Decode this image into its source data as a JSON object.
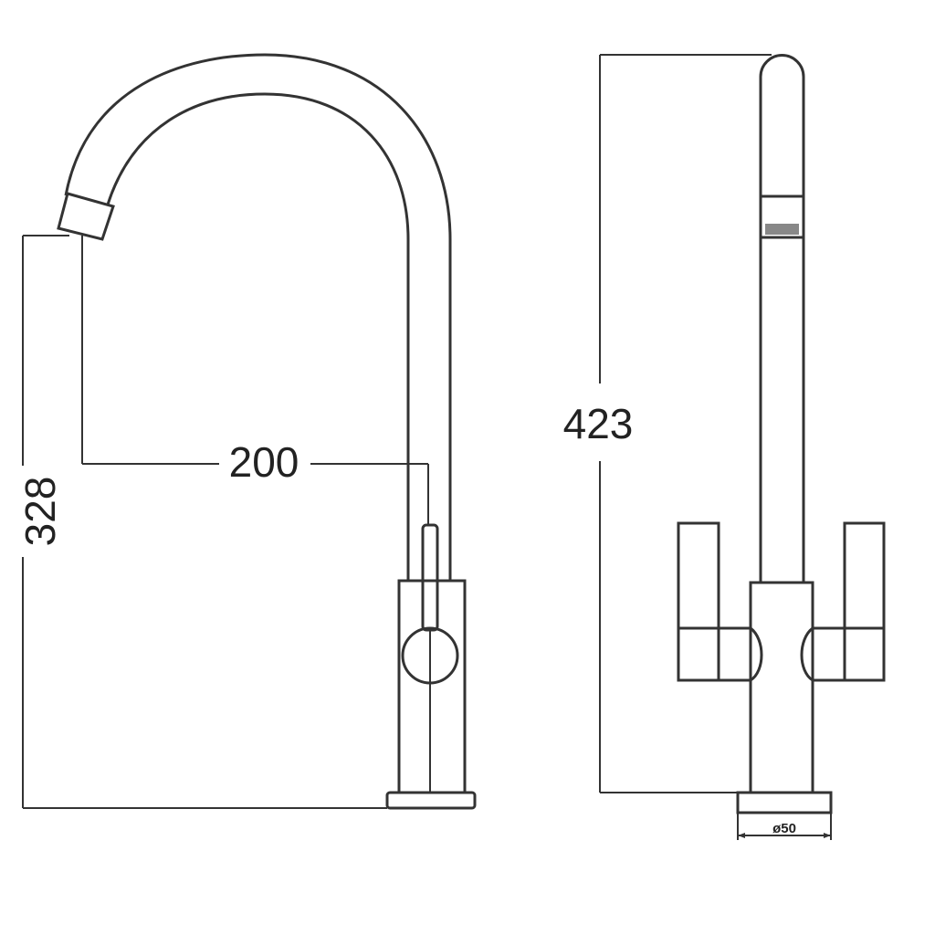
{
  "drawing": {
    "side_view": {
      "reach_label": "200",
      "spout_height_label": "328"
    },
    "front_view": {
      "total_height_label": "423",
      "base_diameter_label": "ø50"
    },
    "line_color": "#333333"
  }
}
